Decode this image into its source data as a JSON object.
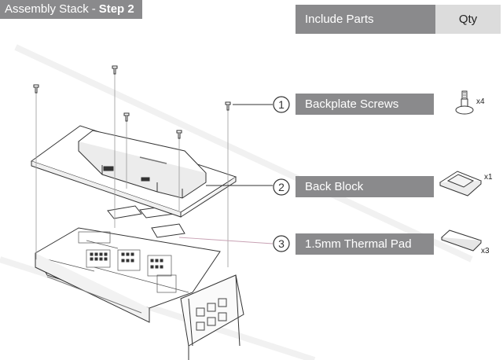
{
  "header": {
    "title": "Assembly Stack",
    "separator": "-",
    "step": "Step 2"
  },
  "parts_table": {
    "label_header": "Include Parts",
    "qty_header": "Qty"
  },
  "parts": [
    {
      "number": "1",
      "name": "Backplate Screws",
      "qty": "x4",
      "icon": "screw-icon"
    },
    {
      "number": "2",
      "name": "Back Block",
      "qty": "x1",
      "icon": "back-block-icon"
    },
    {
      "number": "3",
      "name": "1.5mm Thermal Pad",
      "qty": "x3",
      "icon": "thermal-pad-icon"
    }
  ],
  "colors": {
    "label_bg": "#8a8a8c",
    "qty_bg": "#dcdcdc",
    "line": "#333333",
    "leader": "#c8a2b4"
  }
}
